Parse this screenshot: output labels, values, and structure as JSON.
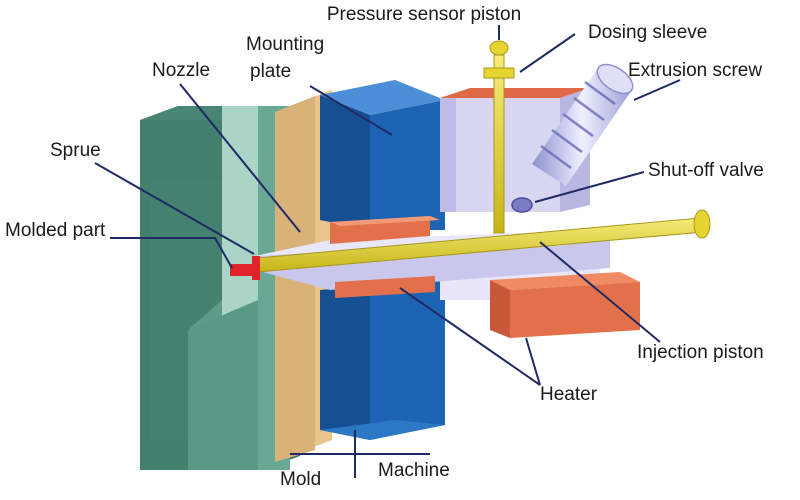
{
  "labels": {
    "pressure_sensor_piston": "Pressure sensor piston",
    "dosing_sleeve": "Dosing sleeve",
    "mounting_plate_line1": "Mounting",
    "mounting_plate_line2": "plate",
    "nozzle": "Nozzle",
    "extrusion_screw": "Extrusion screw",
    "sprue": "Sprue",
    "shut_off_valve": "Shut-off valve",
    "molded_part": "Molded part",
    "injection_piston": "Injection piston",
    "heater": "Heater",
    "mold": "Mold",
    "machine": "Machine"
  },
  "colors": {
    "mold_green": "#4f8f7c",
    "mold_light": "#a9d4c6",
    "mounting_tan": "#d9b27a",
    "mounting_blue": "#1e64b4",
    "barrel_lavender": "#c9c8ec",
    "heater_orange": "#e2704a",
    "piston_yellow": "#e6d531",
    "leader_navy": "#1f2a66",
    "molded_red": "#e0242a"
  }
}
